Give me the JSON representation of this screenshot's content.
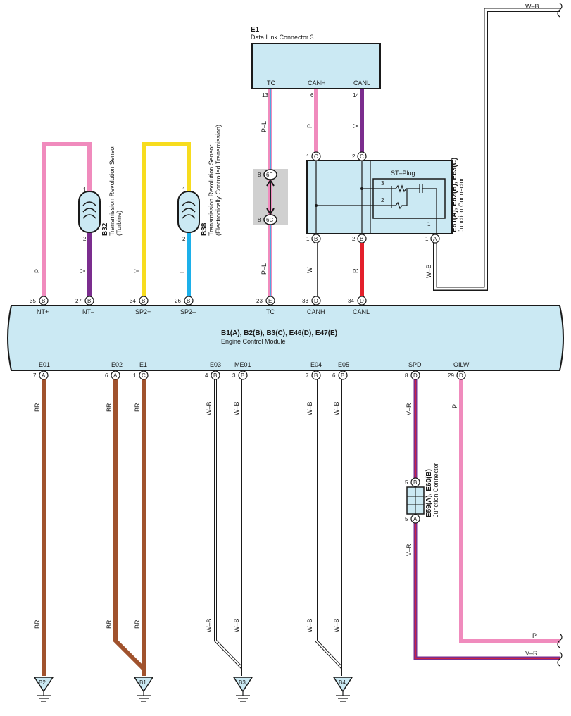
{
  "colors": {
    "pink": "#f08bbd",
    "violet": "#7b2d8e",
    "yellow": "#f7dc1e",
    "lightblue": "#1cb0ea",
    "brown": "#a0522d",
    "red": "#e3202b",
    "connector_fill": "#cbe9f3",
    "ground_connector_fill": "#cbe9f3"
  },
  "dlc": {
    "id": "E1",
    "name": "Data Link Connector 3",
    "pins": [
      {
        "name": "TC",
        "num": "13",
        "wire": "P–L"
      },
      {
        "name": "CANH",
        "num": "6",
        "wire": "P"
      },
      {
        "name": "CANL",
        "num": "14",
        "wire": "V"
      }
    ]
  },
  "inline_connector": {
    "top": "6F",
    "bottom": "6C",
    "top_num": "8",
    "bottom_num": "8"
  },
  "junction_top": {
    "name": "E61(A), E62(B), E63(C)",
    "desc": "Junction Connector",
    "plug": "ST–Plug",
    "plug_pins": [
      "3",
      "2",
      "1"
    ],
    "pins_top": [
      {
        "num": "1",
        "letter": "C"
      },
      {
        "num": "2",
        "letter": "C"
      }
    ],
    "pins_bottom": [
      {
        "num": "1",
        "letter": "B"
      },
      {
        "num": "2",
        "letter": "B"
      },
      {
        "num": "1",
        "letter": "A"
      }
    ],
    "wire_out": "W–B",
    "wire_out_top": "W–B"
  },
  "sensors": [
    {
      "id": "B32",
      "name": "Transmission Revolution Sensor",
      "sub": "(Turbine)",
      "pin1": "1",
      "pin2": "2"
    },
    {
      "id": "B38",
      "name": "Transmission Revolution Sensor",
      "sub": "(Electronically Controlled Transmission)",
      "pin1": "1",
      "pin2": "2"
    }
  ],
  "ecm": {
    "title": "B1(A), B2(B), B3(C), E46(D), E47(E)",
    "subtitle": "Engine Control Module",
    "top_pins": [
      {
        "num": "35",
        "letter": "B",
        "name": "NT+",
        "wire": "P"
      },
      {
        "num": "27",
        "letter": "B",
        "name": "NT–",
        "wire": "V"
      },
      {
        "num": "34",
        "letter": "B",
        "name": "SP2+",
        "wire": "Y"
      },
      {
        "num": "26",
        "letter": "B",
        "name": "SP2–",
        "wire": "L"
      },
      {
        "num": "23",
        "letter": "E",
        "name": "TC",
        "wire": "P–L"
      },
      {
        "num": "33",
        "letter": "D",
        "name": "CANH",
        "wire": "W"
      },
      {
        "num": "34",
        "letter": "D",
        "name": "CANL",
        "wire": "R"
      }
    ],
    "bottom_pins": [
      {
        "num": "7",
        "letter": "A",
        "name": "E01",
        "wire": "BR"
      },
      {
        "num": "6",
        "letter": "A",
        "name": "E02",
        "wire": "BR"
      },
      {
        "num": "1",
        "letter": "C",
        "name": "E1",
        "wire": "BR"
      },
      {
        "num": "4",
        "letter": "B",
        "name": "E03",
        "wire": "W–B"
      },
      {
        "num": "3",
        "letter": "B",
        "name": "ME01",
        "wire": "W–B"
      },
      {
        "num": "7",
        "letter": "B",
        "name": "E04",
        "wire": "W–B"
      },
      {
        "num": "6",
        "letter": "B",
        "name": "E05",
        "wire": "W–B"
      },
      {
        "num": "8",
        "letter": "D",
        "name": "SPD",
        "wire": "V–R"
      },
      {
        "num": "29",
        "letter": "D",
        "name": "OILW",
        "wire": "P"
      }
    ]
  },
  "junction_bottom": {
    "name": "E59(A), E60(B)",
    "desc": "Junction Connector",
    "top_num": "5",
    "top_letter": "B",
    "bottom_num": "5",
    "bottom_letter": "A",
    "wire_below": "V–R"
  },
  "lower_wire_labels": {
    "br1": "BR",
    "br2": "BR",
    "br3": "BR",
    "wb1": "W–B",
    "wb2": "W–B",
    "wb3": "W–B",
    "wb4": "W–B"
  },
  "exits": {
    "p": "P",
    "vr": "V–R"
  },
  "grounds": [
    "B2",
    "B1",
    "B3",
    "B4"
  ]
}
